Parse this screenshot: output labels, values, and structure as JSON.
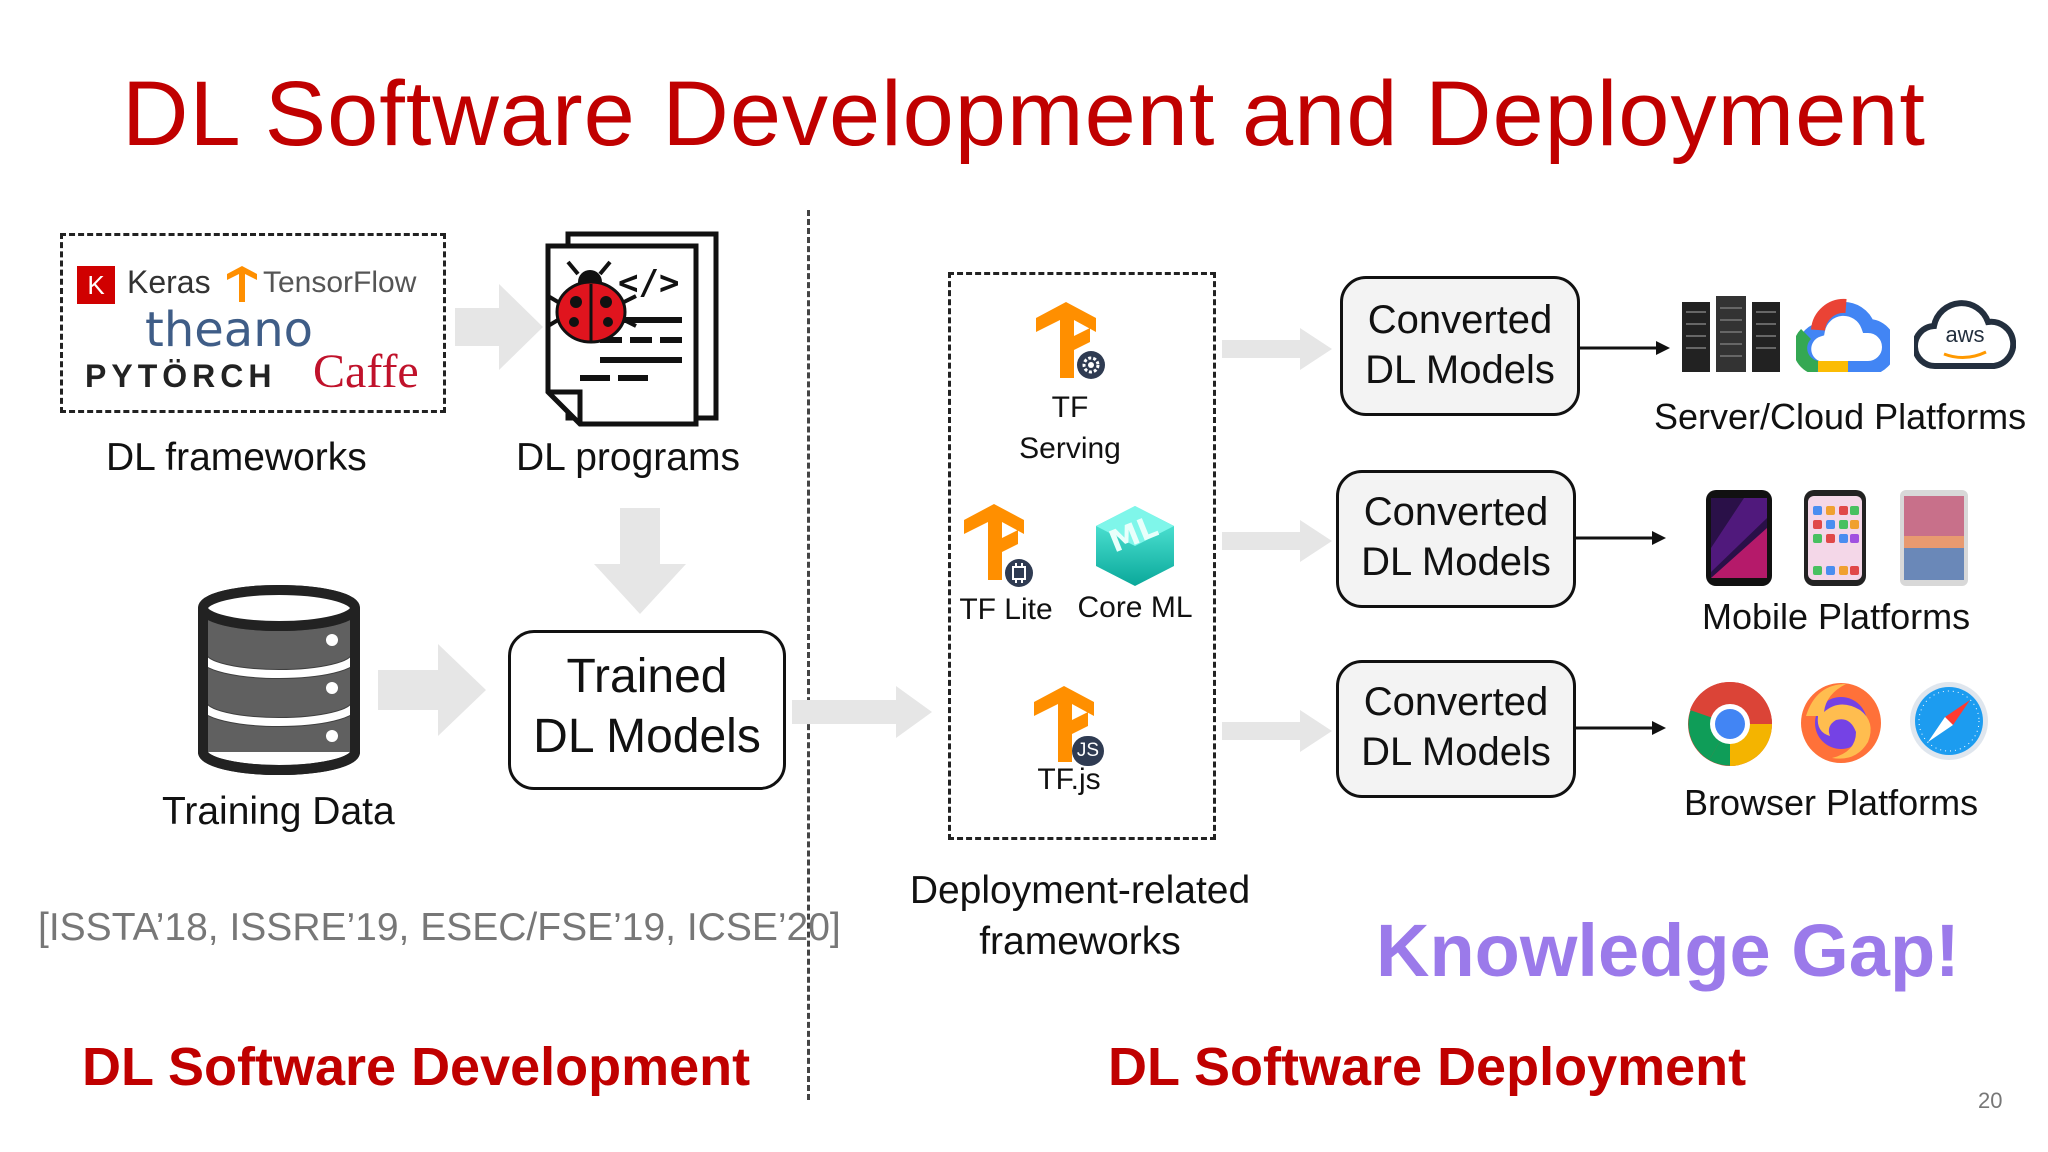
{
  "title": "DL Software Development and Deployment",
  "development": {
    "frameworks_logos": {
      "keras_badge": "K",
      "keras": "Keras",
      "tensorflow": "TensorFlow",
      "theano": "theano",
      "pytorch": "PYTÖRCH",
      "caffe": "Caffe"
    },
    "frameworks_label": "DL frameworks",
    "programs_label": "DL programs",
    "training_data_label": "Training Data",
    "trained_models": {
      "line1": "Trained",
      "line2": "DL Models"
    },
    "citation": "[ISSTA’18, ISSRE’19, ESEC/FSE’19, ICSE’20]",
    "section_title": "DL Software Development"
  },
  "deployment": {
    "frameworks": {
      "tf_serving": {
        "line1": "TF",
        "line2": "Serving",
        "badge_icon": "gear-icon"
      },
      "tf_lite": {
        "label": "TF Lite",
        "badge_icon": "chip-icon"
      },
      "core_ml": {
        "label": "Core ML",
        "badge": "ML"
      },
      "tf_js": {
        "label": "TF.js",
        "badge": "JS"
      }
    },
    "frameworks_label": {
      "line1": "Deployment-related",
      "line2": "frameworks"
    },
    "converted_models": [
      {
        "line1": "Converted",
        "line2": "DL Models"
      },
      {
        "line1": "Converted",
        "line2": "DL Models"
      },
      {
        "line1": "Converted",
        "line2": "DL Models"
      }
    ],
    "platforms": {
      "server": {
        "label": "Server/Cloud Platforms",
        "aws": "aws"
      },
      "mobile": {
        "label": "Mobile Platforms"
      },
      "browser": {
        "label": "Browser Platforms"
      }
    },
    "knowledge_gap": "Knowledge Gap!",
    "section_title": "DL Software Deployment"
  },
  "page_number": "20",
  "colors": {
    "title_red": "#c00000",
    "gap_purple": "#9b7aea",
    "tf_orange": "#ff8f00",
    "arrow_gray": "#e6e6e6",
    "citation_gray": "#777777"
  }
}
